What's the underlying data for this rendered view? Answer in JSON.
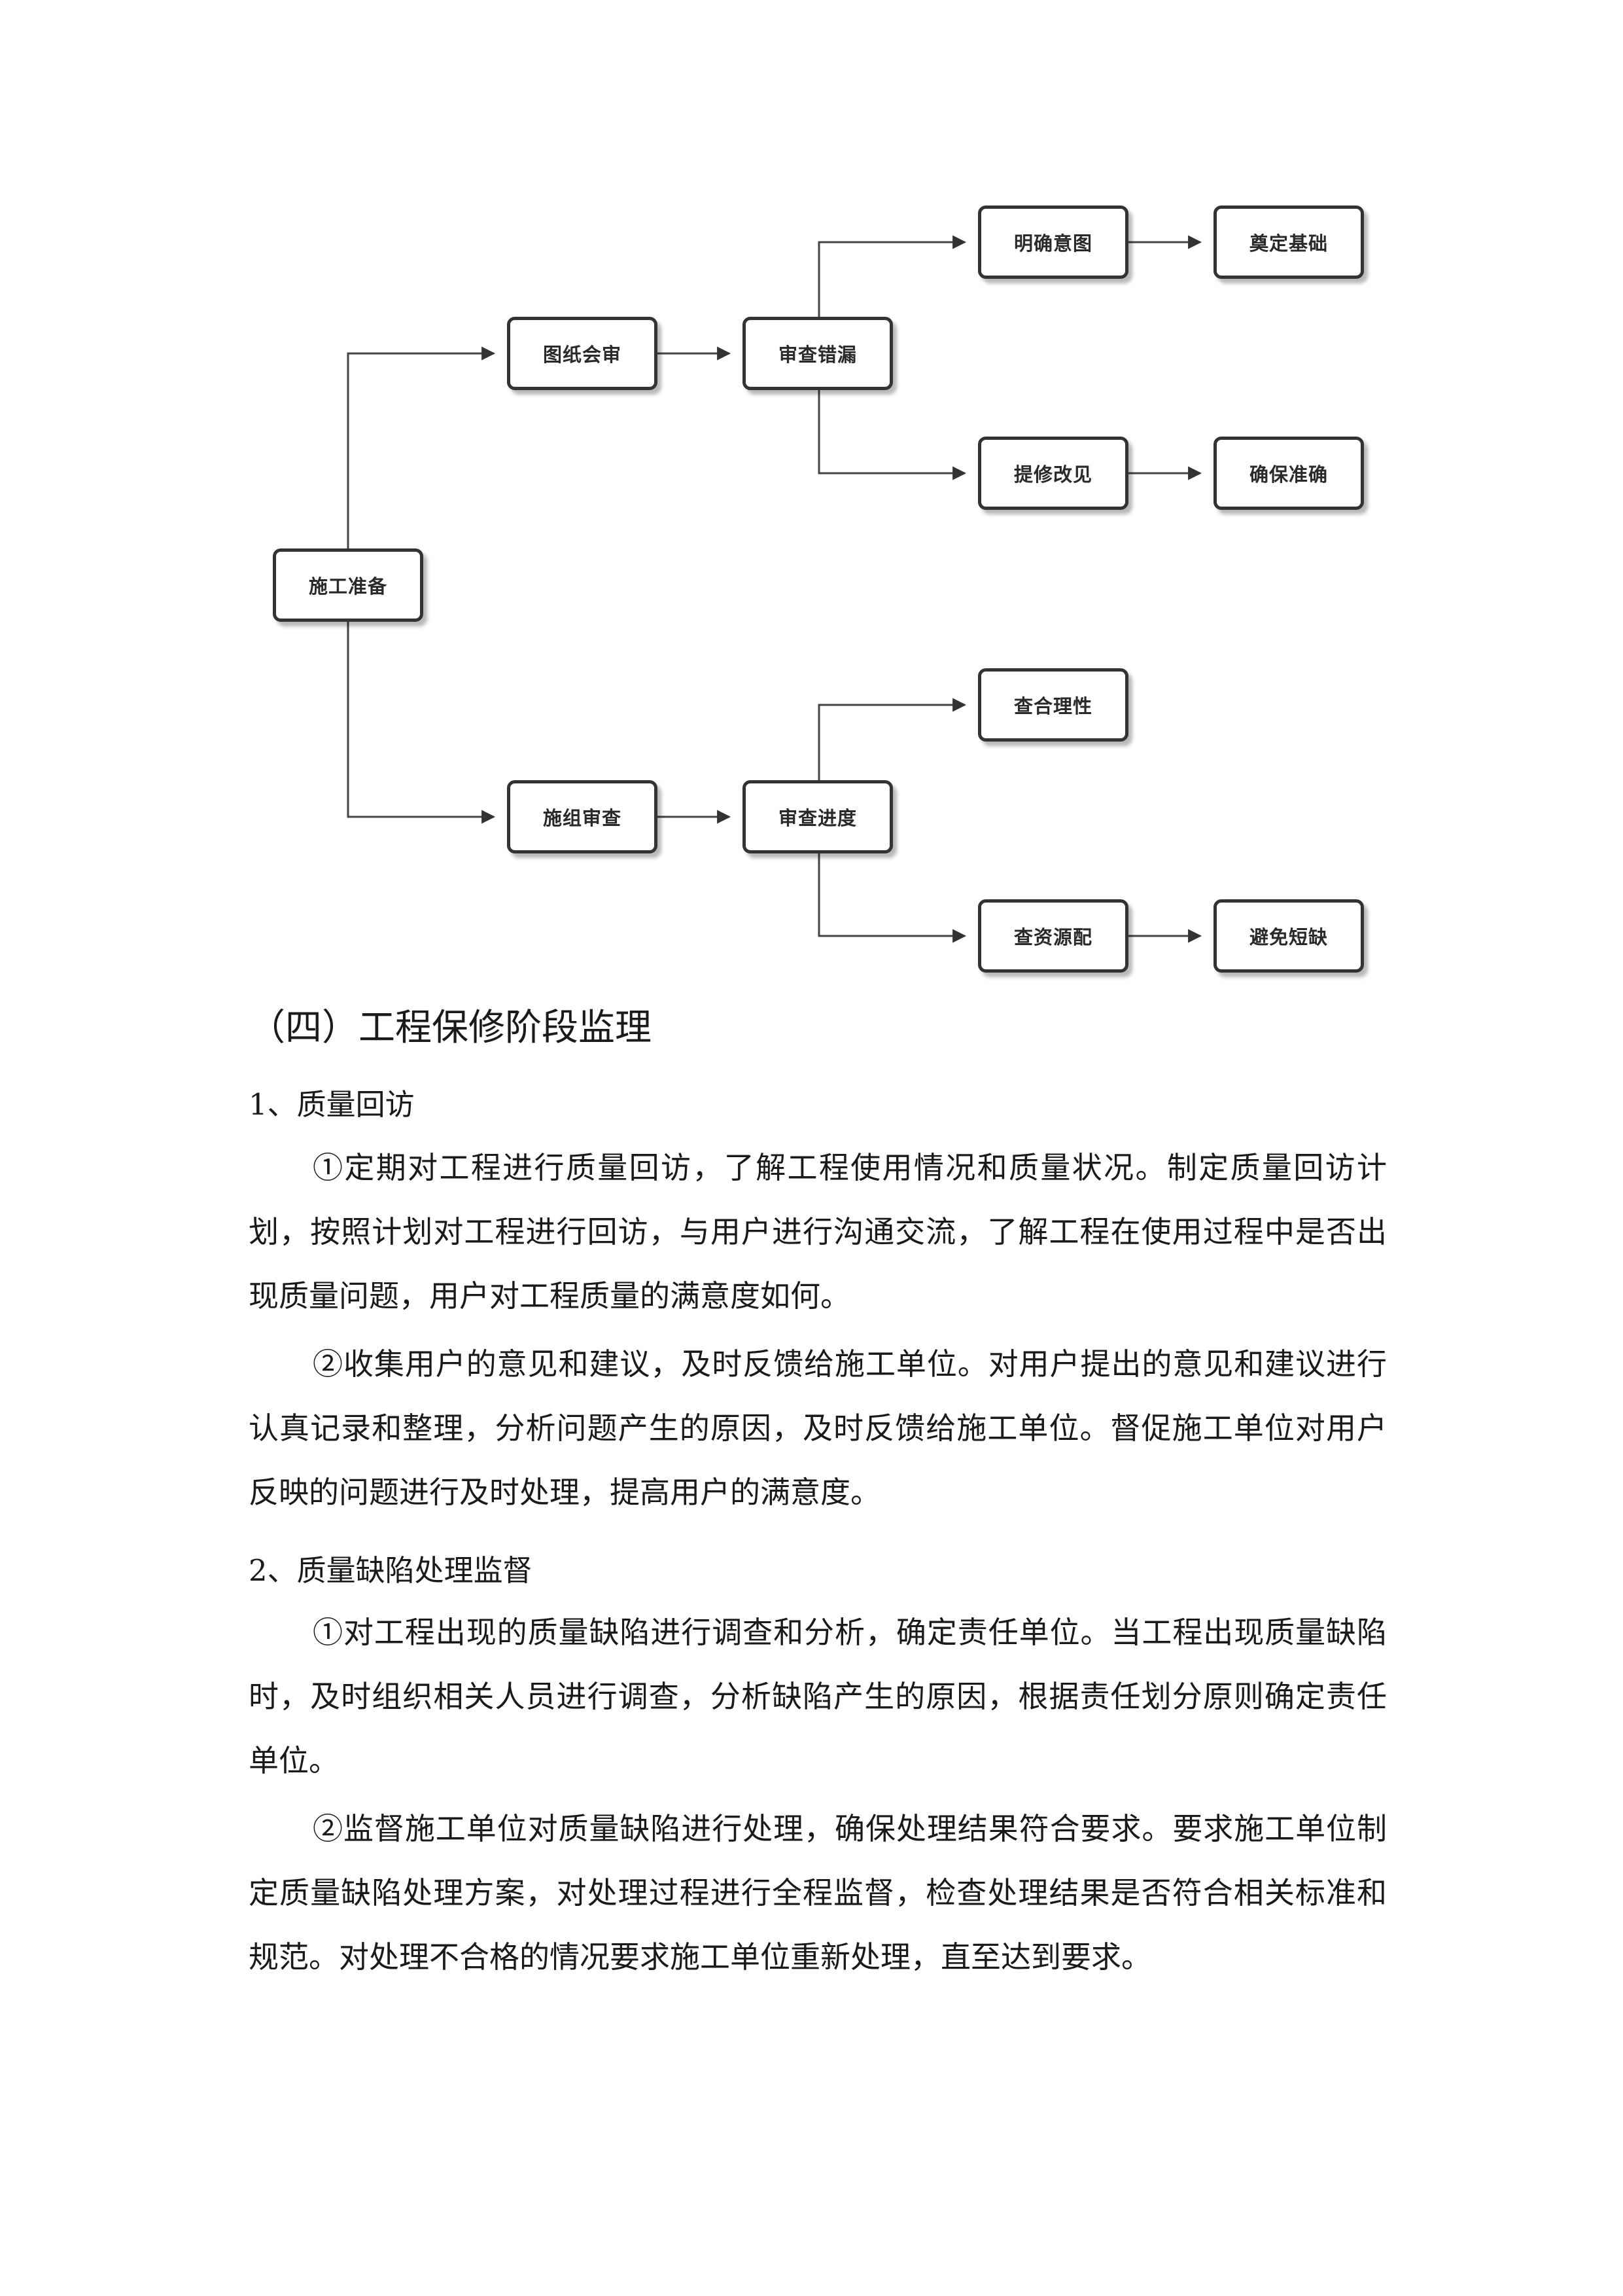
{
  "flowchart": {
    "nodes": {
      "prep": "施工准备",
      "drawing_review": "图纸会审",
      "check_errors": "审查错漏",
      "clarify_intent": "明确意图",
      "lay_foundation": "奠定基础",
      "propose_changes": "提修改见",
      "ensure_accuracy": "确保准确",
      "org_review": "施组审查",
      "check_schedule": "审查进度",
      "check_rationality": "查合理性",
      "check_resources": "查资源配",
      "avoid_shortage": "避免短缺"
    }
  },
  "section": {
    "heading": "（四）工程保修阶段监理",
    "sub1": {
      "title": "1、质量回访",
      "p1": "①定期对工程进行质量回访，了解工程使用情况和质量状况。制定质量回访计划，按照计划对工程进行回访，与用户进行沟通交流，了解工程在使用过程中是否出现质量问题，用户对工程质量的满意度如何。",
      "p2": "②收集用户的意见和建议，及时反馈给施工单位。对用户提出的意见和建议进行认真记录和整理，分析问题产生的原因，及时反馈给施工单位。督促施工单位对用户反映的问题进行及时处理，提高用户的满意度。"
    },
    "sub2": {
      "title": "2、质量缺陷处理监督",
      "p1": "①对工程出现的质量缺陷进行调查和分析，确定责任单位。当工程出现质量缺陷时，及时组织相关人员进行调查，分析缺陷产生的原因，根据责任划分原则确定责任单位。",
      "p2": "②监督施工单位对质量缺陷进行处理，确保处理结果符合要求。要求施工单位制定质量缺陷处理方案，对处理过程进行全程监督，检查处理结果是否符合相关标准和规范。对处理不合格的情况要求施工单位重新处理，直至达到要求。"
    }
  }
}
